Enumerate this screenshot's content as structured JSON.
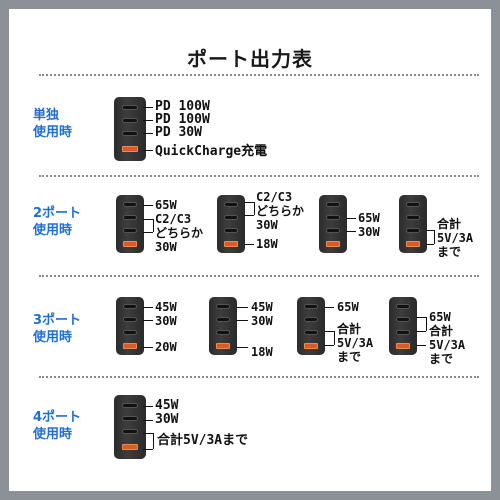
{
  "title": "ポート出力表",
  "sections": [
    {
      "label": "単独\n使用時",
      "labels": [
        "PD 100W",
        "PD 100W",
        "PD 30W",
        "QuickCharge充電"
      ]
    },
    {
      "label": "2ポート\n使用時",
      "chargers": [
        {
          "labels": [
            "65W",
            "C2/C3",
            "どちらか",
            "30W"
          ]
        },
        {
          "labels": [
            "C2/C3",
            "どちらか",
            "30W",
            "18W"
          ]
        },
        {
          "labels": [
            "65W",
            "30W"
          ]
        },
        {
          "labels": [
            "合計",
            "5V/3A",
            "まで"
          ]
        }
      ]
    },
    {
      "label": "3ポート\n使用時",
      "chargers": [
        {
          "labels": [
            "45W",
            "30W",
            "20W"
          ]
        },
        {
          "labels": [
            "45W",
            "30W",
            "18W"
          ]
        },
        {
          "labels": [
            "65W",
            "合計",
            "5V/3A",
            "まで"
          ]
        },
        {
          "labels": [
            "65W",
            "合計",
            "5V/3A",
            "まで"
          ]
        }
      ]
    },
    {
      "label": "4ポート\n使用時",
      "labels": [
        "45W",
        "30W",
        "合計5V/3Aまで"
      ]
    }
  ],
  "colors": {
    "accent": "#1f6fd1",
    "usb_a": "#d95a2b",
    "frame": "#8c9198"
  }
}
